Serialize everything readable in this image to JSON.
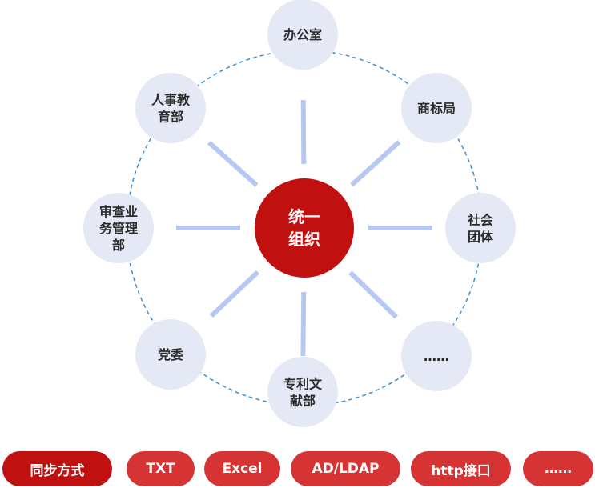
{
  "center": {
    "lines": [
      "统一",
      "组织"
    ]
  },
  "nodes": [
    {
      "id": "office",
      "lines": [
        "办公室"
      ]
    },
    {
      "id": "trademark",
      "lines": [
        "商标局"
      ]
    },
    {
      "id": "social",
      "lines": [
        "社会",
        "团体"
      ]
    },
    {
      "id": "more",
      "lines": [
        "……"
      ]
    },
    {
      "id": "patent",
      "lines": [
        "专利文",
        "献部"
      ]
    },
    {
      "id": "party",
      "lines": [
        "党委"
      ]
    },
    {
      "id": "review",
      "lines": [
        "审查业",
        "务管理",
        "部"
      ]
    },
    {
      "id": "hr",
      "lines": [
        "人事教",
        "育部"
      ]
    }
  ],
  "bottom_bar": {
    "label": "同步方式",
    "options": [
      "TXT",
      "Excel",
      "AD/LDAP",
      "http接口",
      "……"
    ]
  },
  "colors": {
    "primary_red": "#c01010",
    "button_red": "#d63434",
    "node_fill": "#e4e9f5",
    "spoke": "#b7c9f2",
    "ring": "#3a8fd6"
  }
}
